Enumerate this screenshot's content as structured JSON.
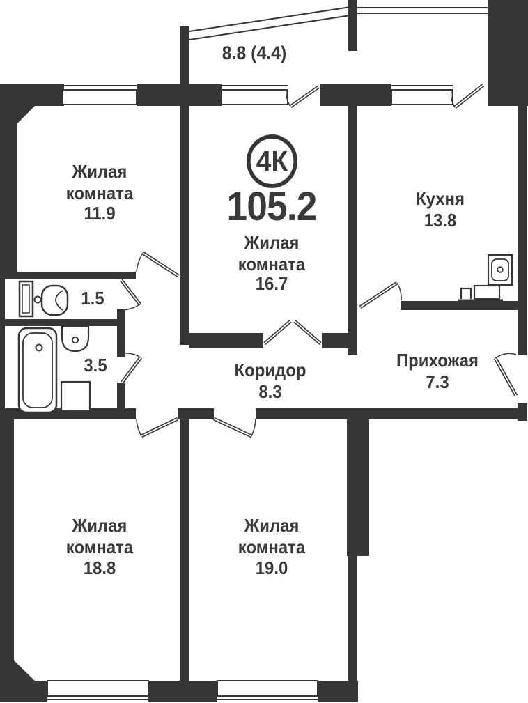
{
  "plan": {
    "badge": {
      "type_label": "4К"
    },
    "total_area_label": "105.2",
    "balcony": {
      "area_label": "8.8 (4.4)"
    },
    "rooms": [
      {
        "id": "living-room-top-left",
        "name": "Жилая комната",
        "area": "11.9"
      },
      {
        "id": "living-room-center",
        "name": "Жилая комната",
        "area": "16.7"
      },
      {
        "id": "kitchen",
        "name": "Кухня",
        "area": "13.8"
      },
      {
        "id": "wc",
        "area": "1.5"
      },
      {
        "id": "bathroom",
        "area": "3.5"
      },
      {
        "id": "corridor",
        "name": "Коридор",
        "area": "8.3"
      },
      {
        "id": "hallway",
        "name": "Прихожая",
        "area": "7.3"
      },
      {
        "id": "living-room-bottom-left",
        "name": "Жилая комната",
        "area": "18.8"
      },
      {
        "id": "living-room-bottom-middle",
        "name": "Жилая комната",
        "area": "19.0"
      }
    ],
    "icons": [
      "toilet-icon",
      "bathtub-icon",
      "sink-icon",
      "washing-machine-icon",
      "kitchen-sink-icon",
      "stove-icon",
      "door-swing-icon",
      "window-icon"
    ],
    "colors": {
      "wall": "#363636",
      "text": "#3a3a3a",
      "background": "#ffffff"
    }
  }
}
